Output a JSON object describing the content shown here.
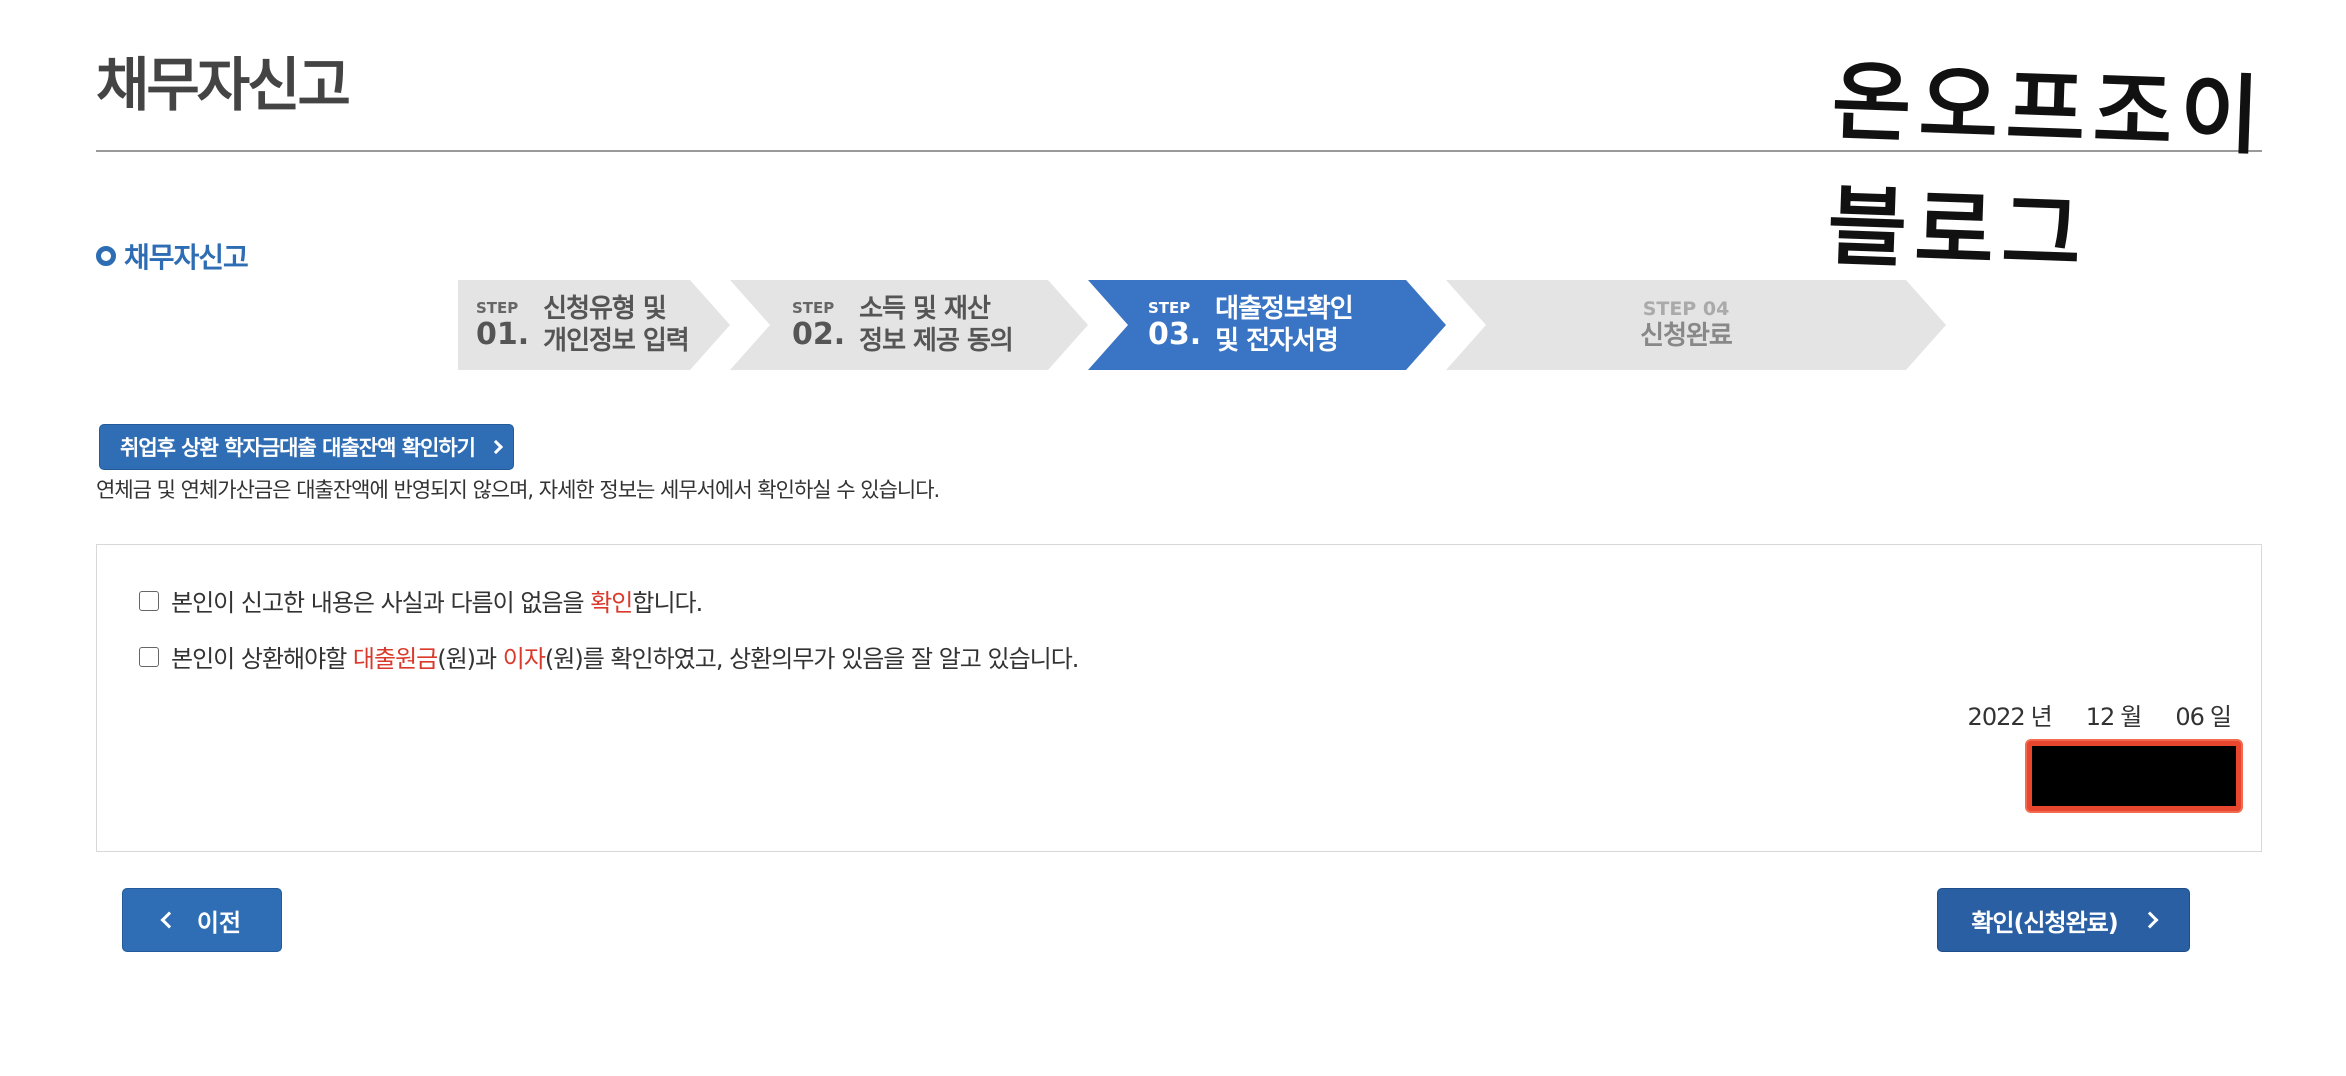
{
  "page": {
    "title": "채무자신고",
    "watermark": "온오프조이 블로그"
  },
  "section": {
    "heading": "채무자신고"
  },
  "steps": [
    {
      "tag": "STEP",
      "num": "01.",
      "line1": "신청유형 및",
      "line2": "개인정보 입력",
      "state": "done"
    },
    {
      "tag": "STEP",
      "num": "02.",
      "line1": "소득 및 재산",
      "line2": "정보 제공 동의",
      "state": "done"
    },
    {
      "tag": "STEP",
      "num": "03.",
      "line1": "대출정보확인",
      "line2": "및 전자서명",
      "state": "active"
    },
    {
      "tag": "STEP 04",
      "line2": "신청완료",
      "state": "pending"
    }
  ],
  "loan_balance_button": {
    "label": "취업후 상환 학자금대출 대출잔액 확인하기"
  },
  "notice": "연체금 및 연체가산금은 대출잔액에 반영되지 않으며, 자세한 정보는 세무서에서 확인하실 수 있습니다.",
  "confirmations": {
    "c1": {
      "before": "본인이 신고한 내용은 사실과 다름이 없음을 ",
      "highlight": "확인",
      "after": "합니다."
    },
    "c2": {
      "before": "본인이 상환해야할 ",
      "h1": "대출원금",
      "mid1": "(원)과 ",
      "h2": "이자",
      "after": "(원)를 확인하였고, 상환의무가 있음을 잘 알고 있습니다."
    }
  },
  "date": {
    "year": "2022",
    "year_unit": "년",
    "month": "12",
    "month_unit": "월",
    "day": "06",
    "day_unit": "일"
  },
  "buttons": {
    "prev": "이전",
    "next": "확인(신청완료)"
  },
  "colors": {
    "accent": "#2f6db5",
    "highlight": "#d93a2b",
    "step_inactive": "#e4e4e4",
    "step_active": "#3a74c4"
  }
}
